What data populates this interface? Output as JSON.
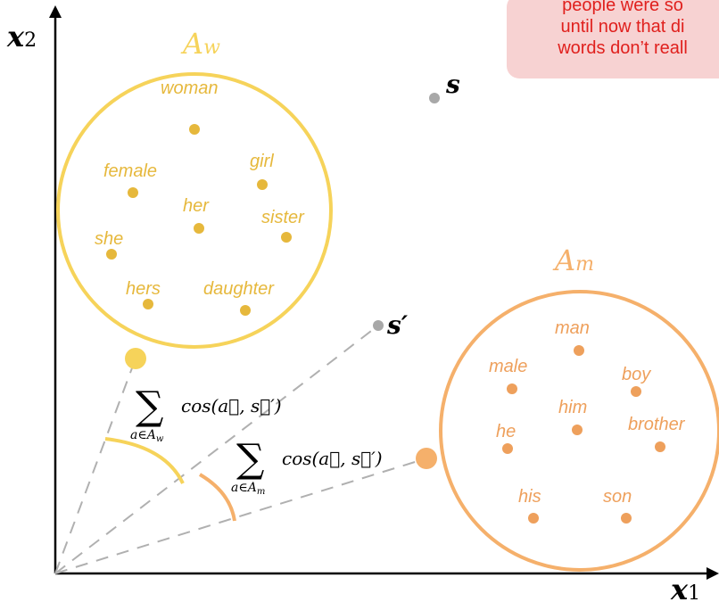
{
  "note": {
    "line1": "people were so",
    "line2": "until now that di",
    "line3": "words don’t reall"
  },
  "axes": {
    "x_label_main": "x",
    "x_label_sub": "1",
    "y_label_main": "x",
    "y_label_sub": "2"
  },
  "female_cluster": {
    "label_main": "A",
    "label_sub": "w",
    "words": [
      "woman",
      "female",
      "girl",
      "her",
      "sister",
      "she",
      "hers",
      "daughter"
    ]
  },
  "male_cluster": {
    "label_main": "A",
    "label_sub": "m",
    "words": [
      "man",
      "male",
      "boy",
      "him",
      "brother",
      "he",
      "his",
      "son"
    ]
  },
  "points": {
    "s": "s",
    "s_prime": "s′"
  },
  "formulas": {
    "female": {
      "sum": "∑",
      "body": "cos(a⃗, s⃗′)",
      "subscript": "a∈A",
      "subscript_sub": "w"
    },
    "male": {
      "sum": "∑",
      "body": "cos(a⃗, s⃗′)",
      "subscript": "a∈A",
      "subscript_sub": "m"
    }
  },
  "colors": {
    "female": "#f6d35a",
    "female_text": "#e6b83c",
    "male": "#f5b06b",
    "male_text": "#eea05c",
    "gray": "#a8a8a8",
    "note_text": "#e0201d",
    "note_bg": "#f7d2d2"
  }
}
